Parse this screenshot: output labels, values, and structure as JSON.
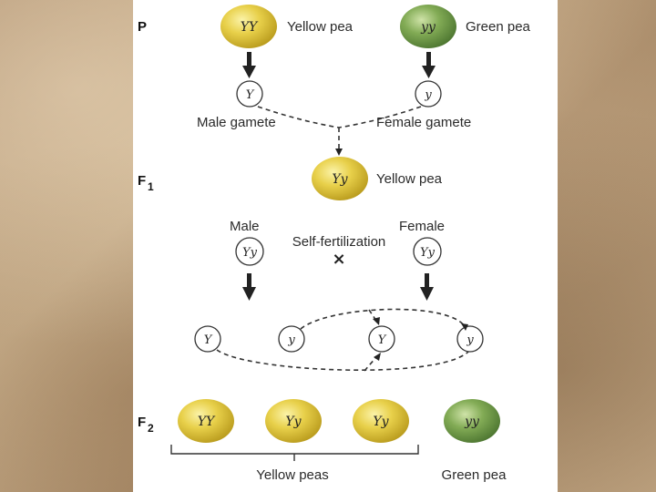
{
  "generations": {
    "p": "P",
    "f1_letter": "F",
    "f1_sub": "1",
    "f2_letter": "F",
    "f2_sub": "2"
  },
  "parents": {
    "yellow": {
      "genotype": "YY",
      "label": "Yellow pea",
      "color": "#e2c93a"
    },
    "green": {
      "genotype": "yy",
      "label": "Green pea",
      "color": "#6e9a45"
    }
  },
  "gametes": {
    "male": {
      "allele": "Y",
      "label": "Male gamete"
    },
    "female": {
      "allele": "y",
      "label": "Female gamete"
    }
  },
  "f1": {
    "genotype": "Yy",
    "label": "Yellow pea"
  },
  "selfing": {
    "male_label": "Male",
    "female_label": "Female",
    "male_genotype": "Yy",
    "female_genotype": "Yy",
    "cross_label": "Self-fertilization",
    "cross_symbol": "×",
    "gametes": [
      "Y",
      "y",
      "Y",
      "y"
    ]
  },
  "f2": {
    "offspring": [
      {
        "genotype": "YY",
        "phenotype": "yellow"
      },
      {
        "genotype": "Yy",
        "phenotype": "yellow"
      },
      {
        "genotype": "Yy",
        "phenotype": "yellow"
      },
      {
        "genotype": "yy",
        "phenotype": "green"
      }
    ],
    "yellow_label": "Yellow peas",
    "green_label": "Green pea"
  }
}
